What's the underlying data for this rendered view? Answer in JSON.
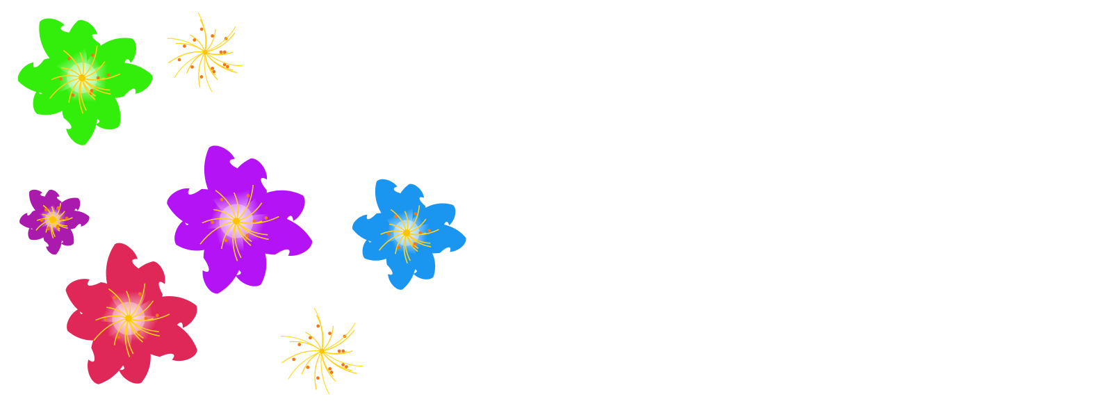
{
  "scene": {
    "background": "#ffffff",
    "flowers": [
      {
        "name": "green-flower",
        "color": "#33ee0a",
        "tip": "#f2ffe8",
        "petals": 8,
        "rotation": 8
      },
      {
        "name": "purple-flower",
        "color": "#b414f5",
        "tip": "#fbeaff",
        "petals": 8,
        "rotation": 25
      },
      {
        "name": "blue-flower",
        "color": "#1a96f0",
        "tip": "#e9f6ff",
        "petals": 8,
        "rotation": 15
      },
      {
        "name": "magenta-flower",
        "color": "#aa1aad",
        "tip": "#f9e6fa",
        "petals": 8,
        "rotation": 5
      },
      {
        "name": "red-flower",
        "color": "#e02858",
        "tip": "#ffeaf0",
        "petals": 8,
        "rotation": 35
      },
      {
        "name": "yellow-spark-top",
        "color": "#ffd500",
        "petals": 0,
        "rotation": 0
      },
      {
        "name": "yellow-spark-bottom",
        "color": "#ffd500",
        "petals": 0,
        "rotation": 0
      }
    ],
    "stamen_color": "#f07818",
    "filament_color": "#ffd21e"
  }
}
